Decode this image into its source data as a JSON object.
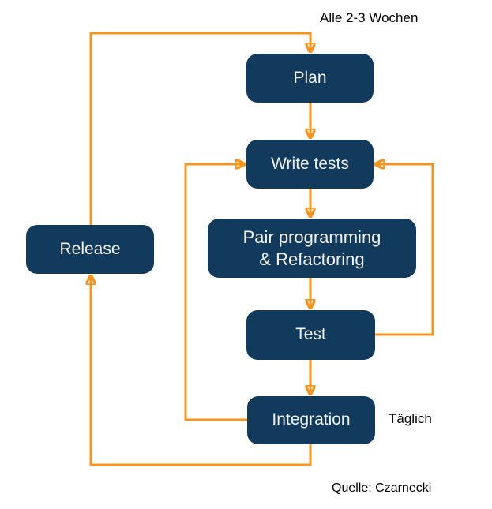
{
  "diagram": {
    "annotations": {
      "cycle_label": "Alle 2-3 Wochen",
      "daily_label": "Täglich",
      "source_label": "Quelle: Czarnecki"
    },
    "nodes": {
      "plan": "Plan",
      "write_tests": "Write tests",
      "pair_line1": "Pair programming",
      "pair_line2": "& Refactoring",
      "test": "Test",
      "integration": "Integration",
      "release": "Release"
    },
    "colors": {
      "node_fill": "#123A5C",
      "node_text": "#F2F2F2",
      "arrow": "#F7941E",
      "label_text": "#000000",
      "background": "#FFFFFF"
    }
  }
}
